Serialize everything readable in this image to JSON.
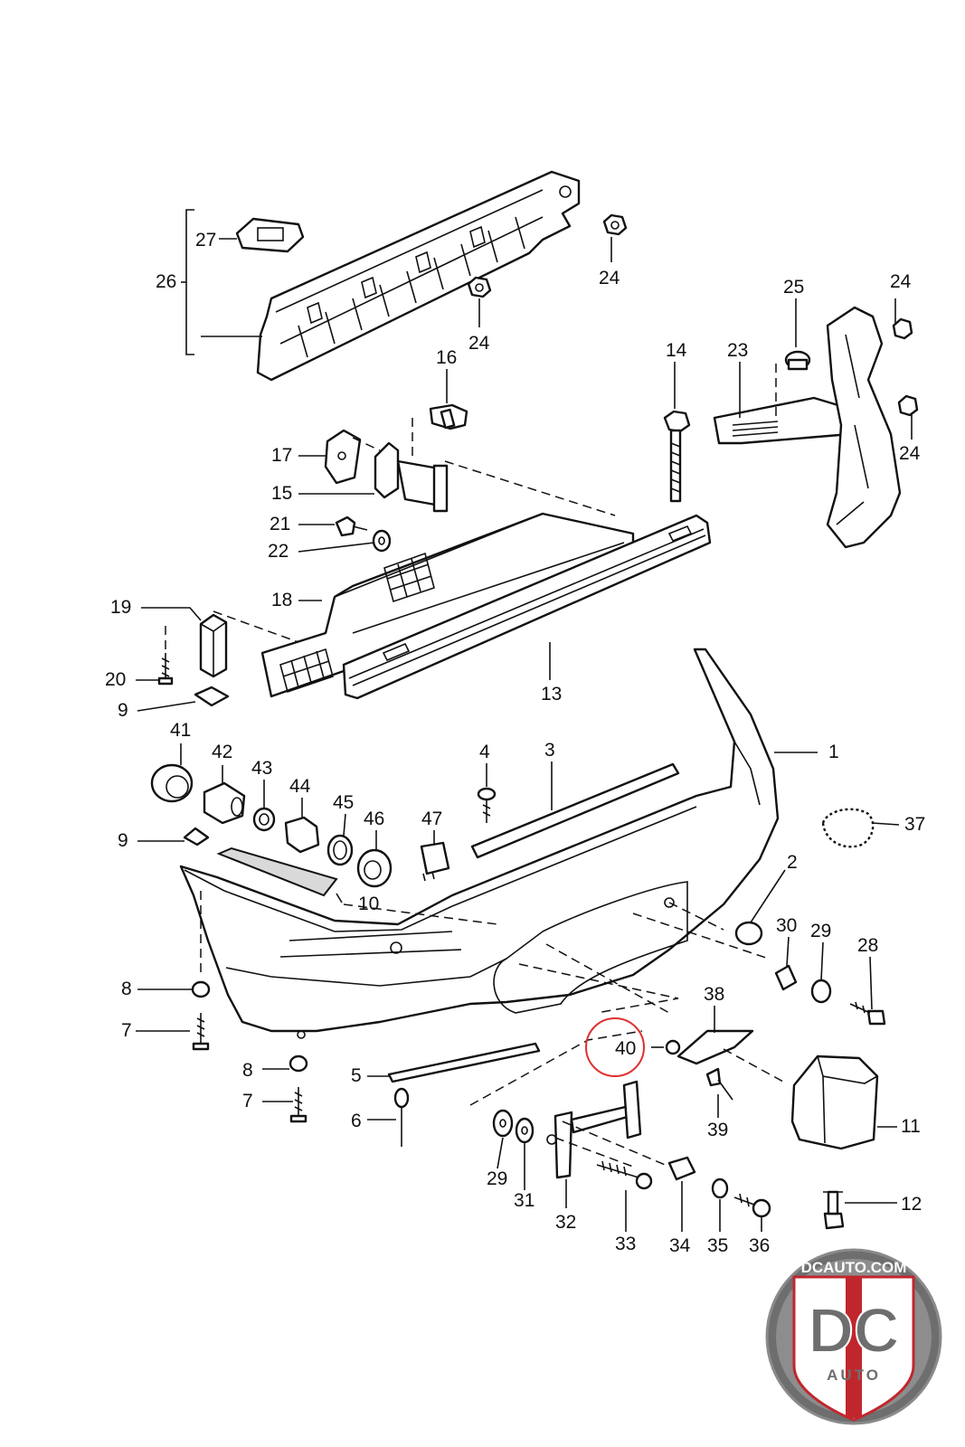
{
  "part_labels": [
    "1",
    "2",
    "3",
    "4",
    "5",
    "6",
    "7",
    "8",
    "9",
    "10",
    "11",
    "12",
    "13",
    "14",
    "15",
    "16",
    "17",
    "18",
    "19",
    "20",
    "21",
    "22",
    "23",
    "24",
    "25",
    "26",
    "27",
    "28",
    "29",
    "30",
    "31",
    "32",
    "33",
    "34",
    "35",
    "36",
    "37",
    "38",
    "39",
    "40",
    "41",
    "42",
    "43",
    "44",
    "45",
    "46",
    "47"
  ],
  "highlighted_label": "40",
  "highlight_color": "#e03030",
  "watermark": {
    "domain": "DCAUTO.COM",
    "monogram": "DC",
    "word": "AUTO",
    "accent_color": "#c0272d",
    "badge_color": "#6e6e6e"
  }
}
